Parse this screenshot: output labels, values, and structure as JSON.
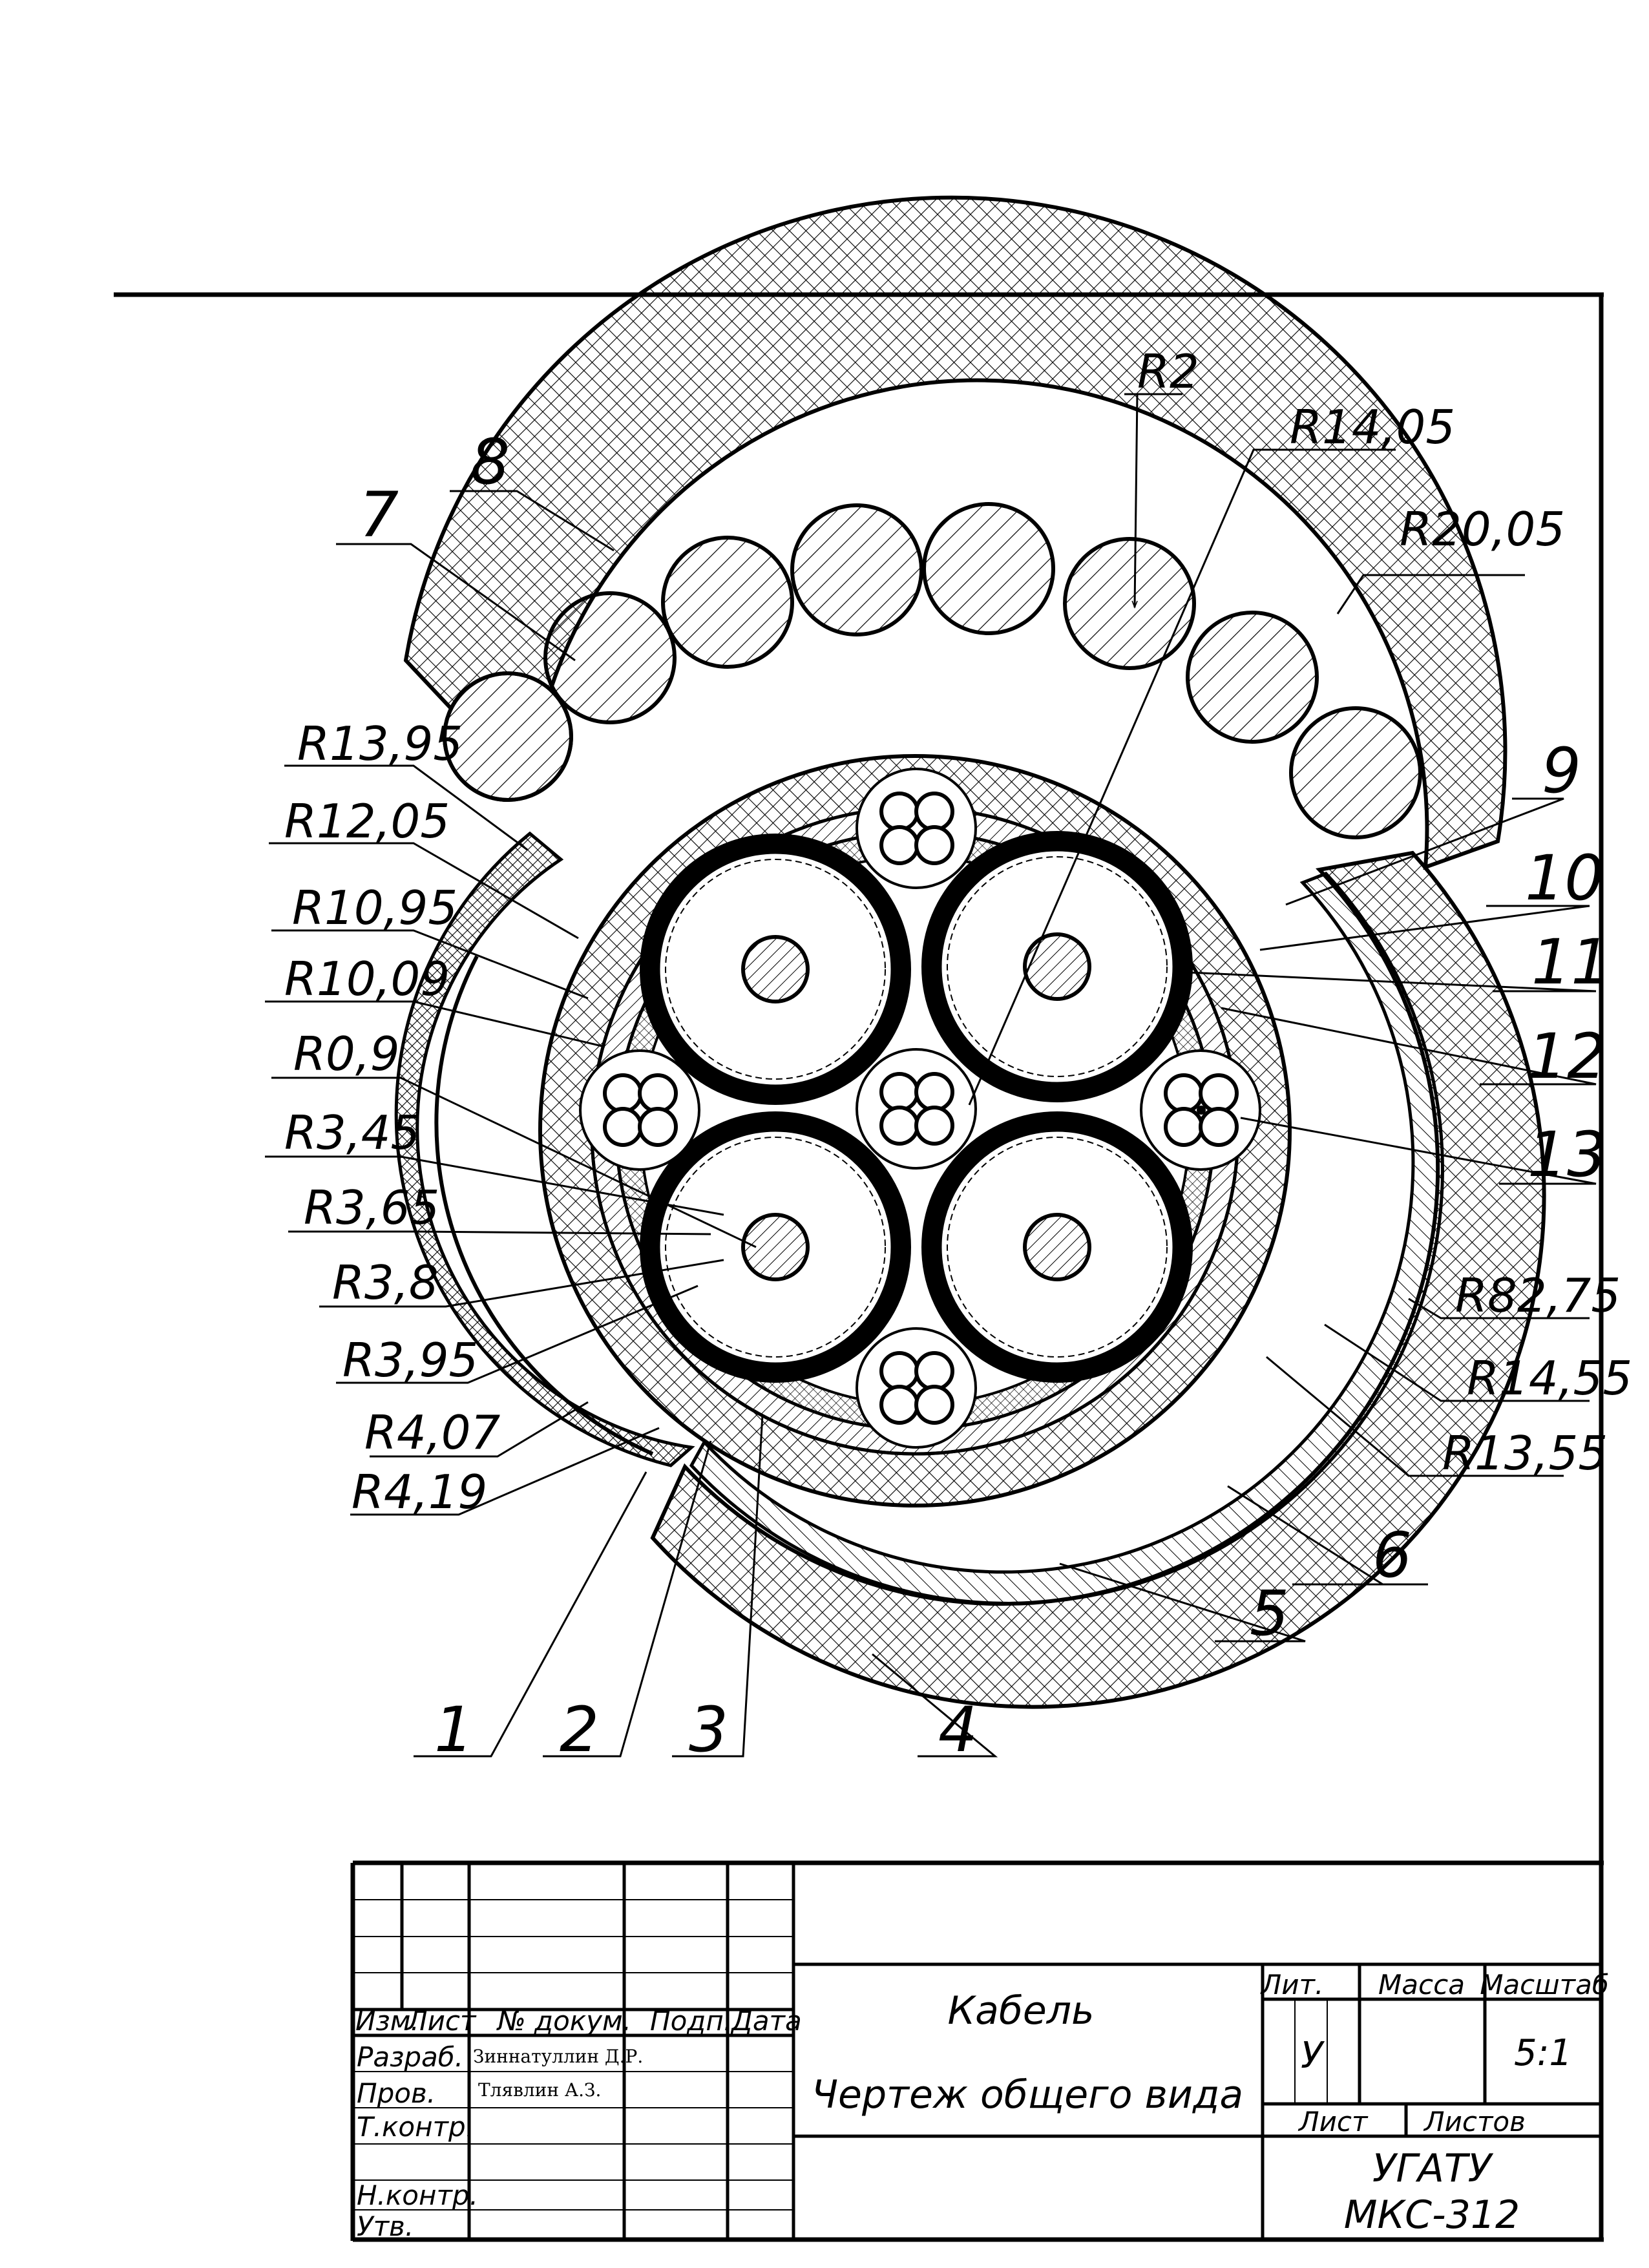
{
  "drawing": {
    "callouts": {
      "n1": "1",
      "n2": "2",
      "n3": "3",
      "n4": "4",
      "n5": "5",
      "n6": "6",
      "n7": "7",
      "n8": "8",
      "n9": "9",
      "n10": "10",
      "n11": "11",
      "n12": "12",
      "n13": "13"
    },
    "radii": {
      "r2": "R2",
      "r14_05": "R14,05",
      "r20_05": "R20,05",
      "r13_95": "R13,95",
      "r12_05": "R12,05",
      "r10_95": "R10,95",
      "r10_09": "R10,09",
      "r0_9": "R0,9",
      "r3_45": "R3,45",
      "r3_65": "R3,65",
      "r3_8": "R3,8",
      "r3_95": "R3,95",
      "r4_07": "R4,07",
      "r4_19": "R4,19",
      "r82_75": "R82,75",
      "r14_55": "R14,55",
      "r13_55": "R13,55"
    }
  },
  "title_block": {
    "headers": {
      "izm": "Изм.",
      "list": "Лист",
      "doc": "№ докум.",
      "podp": "Подп.",
      "data": "Дата"
    },
    "roles": {
      "razrab": "Разраб.",
      "prov": "Пров.",
      "tkontr": "Т.контр.",
      "nkontr": "Н.контр.",
      "utv": "Утв."
    },
    "names": {
      "razrab": "Зиннатуллин Д.Р.",
      "prov": "Тлявлин А.З."
    },
    "title": "Кабель",
    "subtitle": "Чертеж общего вида",
    "lit_label": "Лит.",
    "massa_label": "Масса",
    "masshtab_label": "Масштаб",
    "lit_value": "У",
    "scale_value": "5:1",
    "sheet_label": "Лист",
    "sheets_label": "Листов",
    "org": "УГАТУ",
    "group": "МКС-312"
  }
}
